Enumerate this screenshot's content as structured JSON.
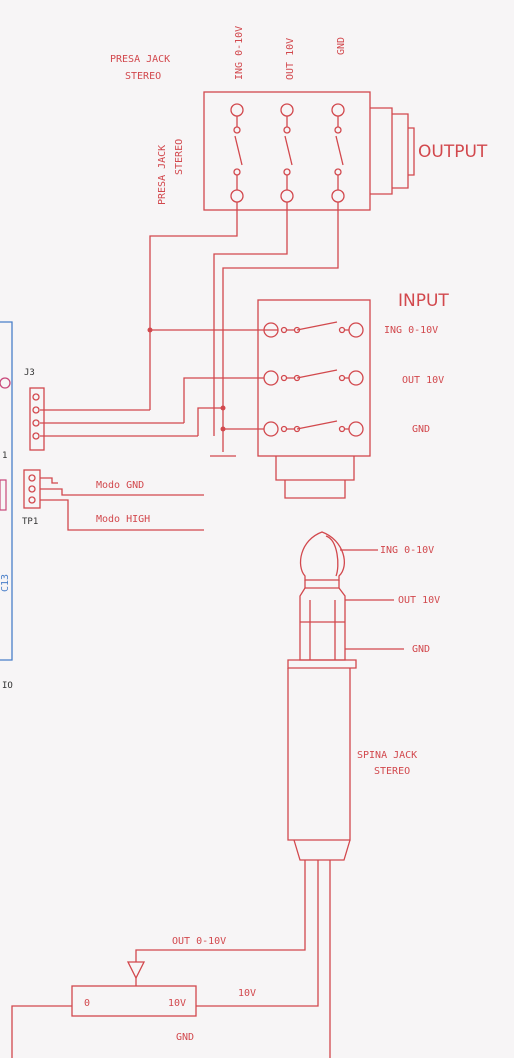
{
  "colors": {
    "ink": "#d2484d",
    "blue": "#4a7fc9",
    "paper": "#f7f5f6"
  },
  "output_jack": {
    "title": "PRESA JACK",
    "title2": "STEREO",
    "side_label1": "PRESA JACK",
    "side_label2": "STEREO",
    "pins": [
      "ING 0-10V",
      "OUT 10V",
      "GND"
    ],
    "name": "OUTPUT"
  },
  "input_jack": {
    "name": "INPUT",
    "pins": [
      "ING 0-10V",
      "OUT 10V",
      "GND"
    ]
  },
  "connectors": {
    "j3": "J3",
    "tp1": "TP1"
  },
  "modes": {
    "gnd": "Modo GND",
    "high": "Modo HIGH"
  },
  "board": {
    "c13": "C13",
    "edge_io": "IO",
    "edge_1": "1"
  },
  "plug": {
    "pins": [
      "ING 0-10V",
      "OUT 10V",
      "GND"
    ],
    "name1": "SPINA JACK",
    "name2": "STEREO"
  },
  "pot": {
    "wiper": "OUT 0-10V",
    "left": "0",
    "right": "10V",
    "label_10v": "10V",
    "label_gnd": "GND"
  }
}
